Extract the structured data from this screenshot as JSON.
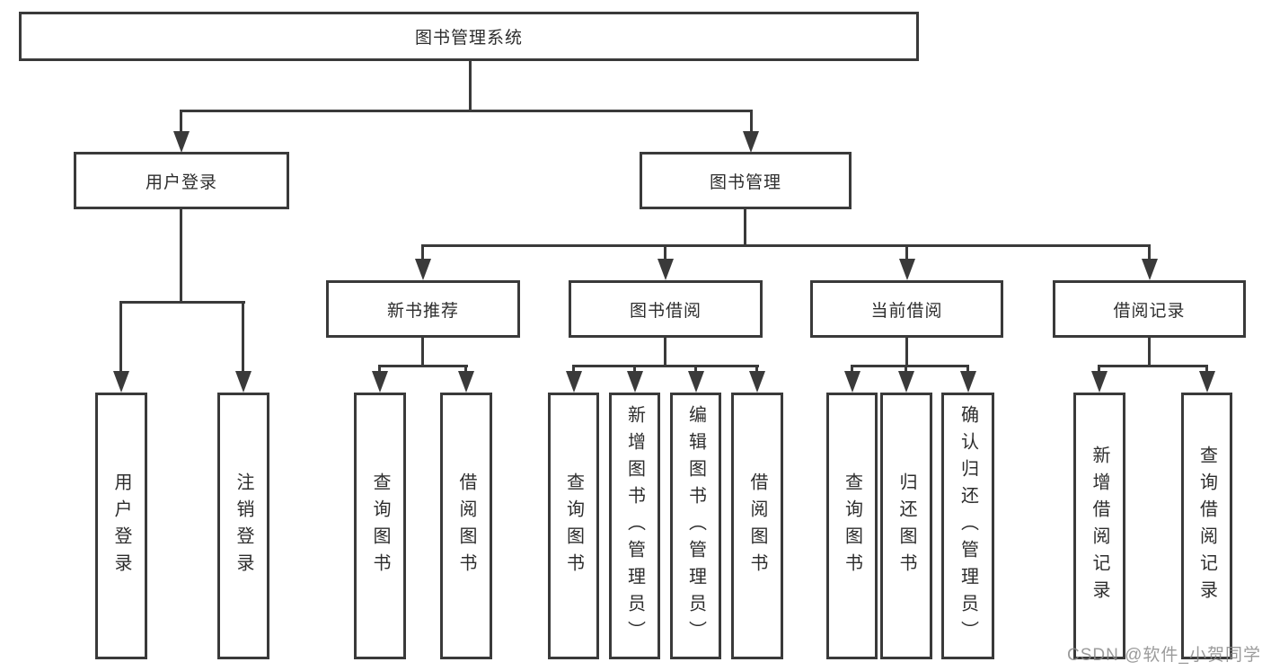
{
  "diagram_title": "图书管理系统",
  "colors": {
    "line": "#3a3a3a",
    "box_border": "#3a3a3a",
    "text": "#2d2d2d",
    "background": "#ffffff",
    "watermark": "#8a8a8a"
  },
  "watermark": "CSDN @软件_小贺同学",
  "tree": {
    "root": {
      "label": "图书管理系统"
    },
    "branches": [
      {
        "label": "用户登录",
        "children": [
          {
            "label": "用户登录"
          },
          {
            "label": "注销登录"
          }
        ]
      },
      {
        "label": "图书管理",
        "children": [
          {
            "label": "新书推荐",
            "children": [
              {
                "label": "查询图书"
              },
              {
                "label": "借阅图书"
              }
            ]
          },
          {
            "label": "图书借阅",
            "children": [
              {
                "label": "查询图书"
              },
              {
                "label": "新增图书（管理员）"
              },
              {
                "label": "编辑图书（管理员）"
              },
              {
                "label": "借阅图书"
              }
            ]
          },
          {
            "label": "当前借阅",
            "children": [
              {
                "label": "查询图书"
              },
              {
                "label": "归还图书"
              },
              {
                "label": "确认归还（管理员）"
              }
            ]
          },
          {
            "label": "借阅记录",
            "children": [
              {
                "label": "新增借阅记录"
              },
              {
                "label": "查询借阅记录"
              }
            ]
          }
        ]
      }
    ]
  }
}
